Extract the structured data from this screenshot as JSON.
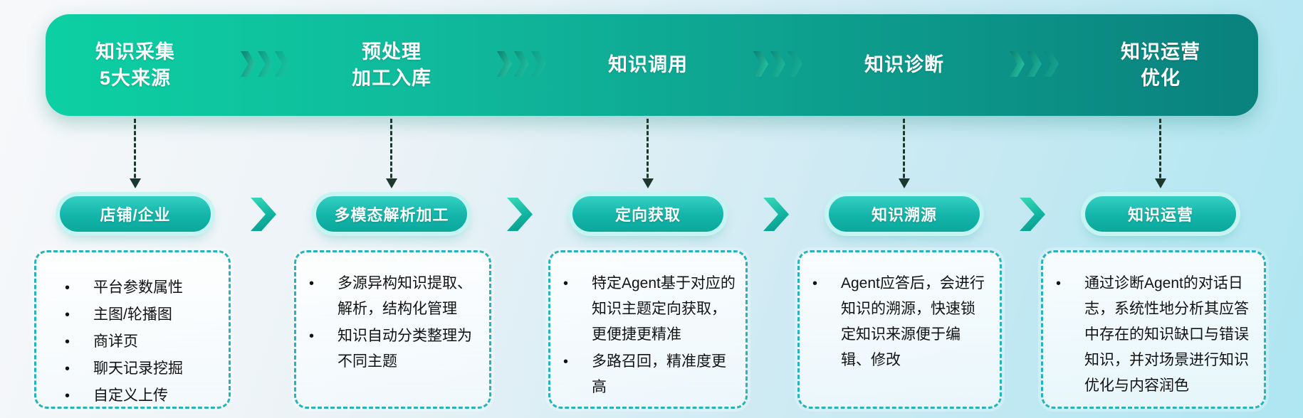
{
  "ui": {
    "bullet": "•"
  },
  "colors": {
    "banner_gradient_start": "#0cd0a3",
    "banner_gradient_end": "#0a817d",
    "pill_fill": "#13b4a9",
    "pill_ring": "#c6f4f2",
    "card_border": "#27b3bc",
    "arrow": "#1c382e",
    "background_left": "#f7f8fa",
    "background_right": "#aee6f1",
    "text_dark": "#121212",
    "text_light": "#ffffff"
  },
  "stages": [
    {
      "title_line1": "知识采集",
      "title_line2": "5大来源",
      "pill_label": "店铺/企业",
      "bullets": [
        "平台参数属性",
        "主图/轮播图",
        "商详页",
        "聊天记录挖掘",
        "自定义上传"
      ]
    },
    {
      "title_line1": "预处理",
      "title_line2": "加工入库",
      "pill_label": "多模态解析加工",
      "bullets": [
        "多源异构知识提取、解析，结构化管理",
        "知识自动分类整理为不同主题"
      ]
    },
    {
      "title_line1": "知识调用",
      "title_line2": "",
      "pill_label": "定向获取",
      "bullets": [
        "特定Agent基于对应的知识主题定向获取，更便捷更精准",
        "多路召回，精准度更高"
      ]
    },
    {
      "title_line1": "知识诊断",
      "title_line2": "",
      "pill_label": "知识溯源",
      "bullets": [
        "Agent应答后，会进行知识的溯源，快速锁定知识来源便于编辑、修改"
      ]
    },
    {
      "title_line1": "知识运营",
      "title_line2": "优化",
      "pill_label": "知识运营",
      "bullets": [
        "通过诊断Agent的对话日志，系统性地分析其应答中存在的知识缺口与错误知识，并对场景进行知识优化与内容润色"
      ]
    }
  ]
}
